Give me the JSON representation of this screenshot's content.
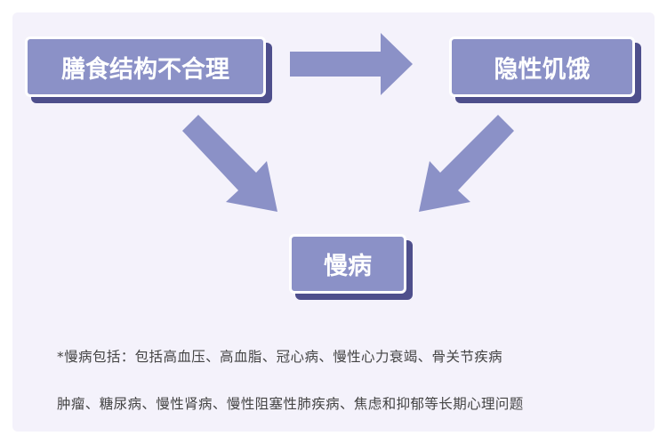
{
  "colors": {
    "node_fill": "#8b91c7",
    "node_shadow": "#4e4f8c",
    "arrow_fill": "#8b91c7",
    "background": "#f4f2fb"
  },
  "nodes": {
    "diet": "膳食结构不合理",
    "hidden_hunger": "隐性饥饿",
    "chronic_disease": "慢病"
  },
  "note": {
    "line1": "*慢病包括：包括高血压、高血脂、冠心病、慢性心力衰竭、骨关节疾病",
    "line2": "肿瘤、糖尿病、慢性肾病、慢性阻塞性肺疾病、焦虑和抑郁等长期心理问题"
  }
}
